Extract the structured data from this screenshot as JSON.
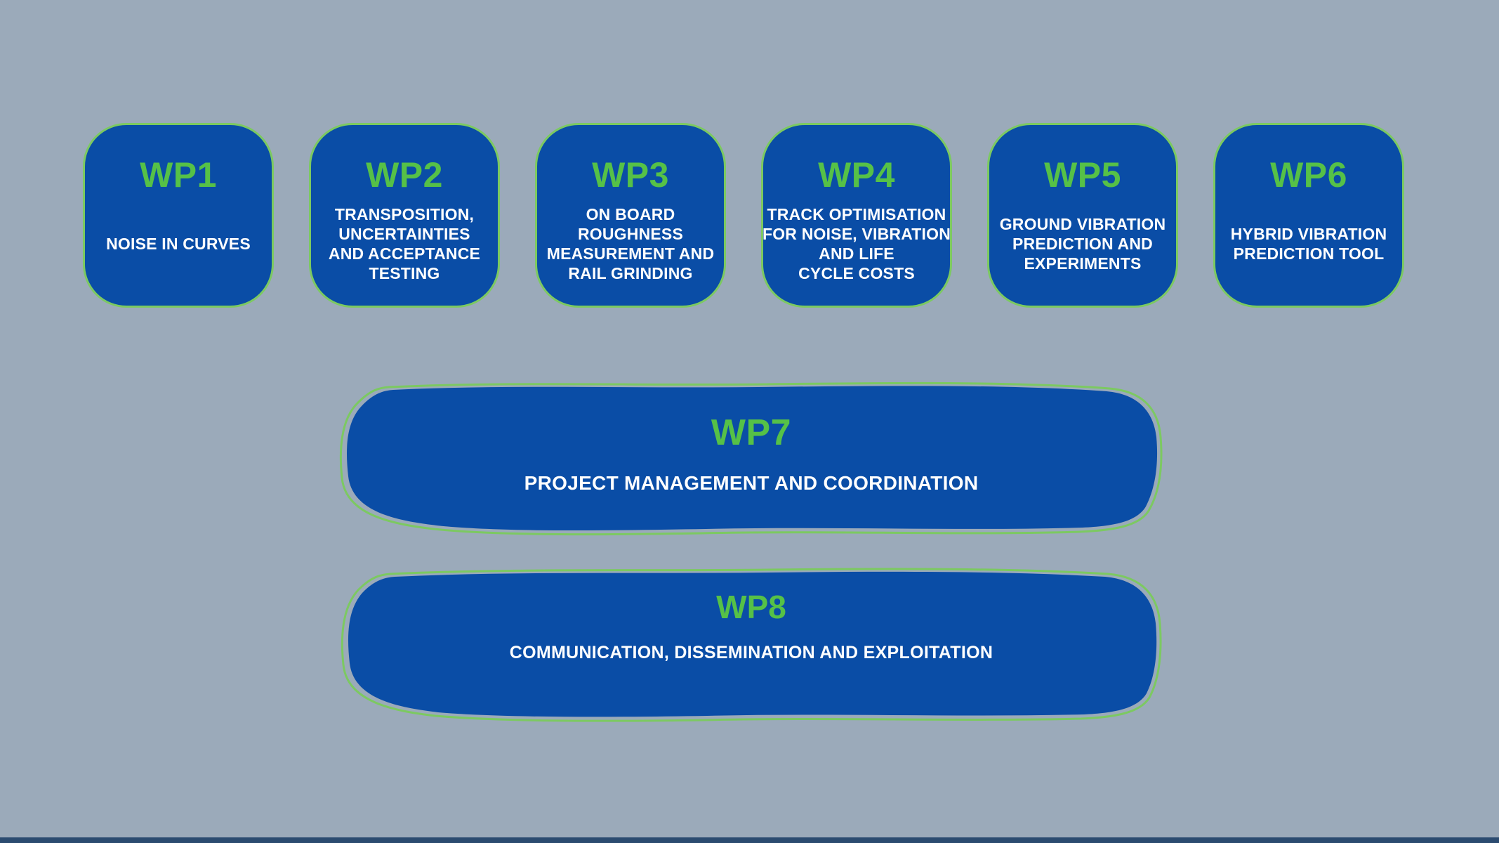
{
  "diagram": {
    "type": "work-package-overview"
  },
  "colors": {
    "background": "#9BAABA",
    "box-fill": "#0A4DA6",
    "green-border": "#7CC961",
    "green-text": "#56C147",
    "text-white": "#FFFFFF",
    "footer-bar": "#2B4B70"
  },
  "boxes": {
    "wp1": {
      "title": "WP1",
      "lines": [
        "NOISE IN CURVES"
      ]
    },
    "wp2": {
      "title": "WP2",
      "lines": [
        "TRANSPOSITION,",
        "UNCERTAINTIES",
        "AND ACCEPTANCE",
        "TESTING"
      ]
    },
    "wp3": {
      "title": "WP3",
      "lines": [
        "ON BOARD",
        "ROUGHNESS",
        "MEASUREMENT AND",
        "RAIL GRINDING"
      ]
    },
    "wp4": {
      "title": "WP4",
      "lines": [
        "TRACK OPTIMISATION",
        "FOR NOISE, VIBRATION",
        "AND LIFE",
        "CYCLE COSTS"
      ]
    },
    "wp5": {
      "title": "WP5",
      "lines": [
        "GROUND VIBRATION",
        "PREDICTION AND",
        "EXPERIMENTS"
      ]
    },
    "wp6": {
      "title": "WP6",
      "lines": [
        "HYBRID VIBRATION",
        "PREDICTION TOOL"
      ]
    },
    "wp7": {
      "title": "WP7",
      "subtitle": "PROJECT MANAGEMENT AND COORDINATION"
    },
    "wp8": {
      "title": "WP8",
      "subtitle": "COMMUNICATION, DISSEMINATION AND EXPLOITATION"
    }
  }
}
